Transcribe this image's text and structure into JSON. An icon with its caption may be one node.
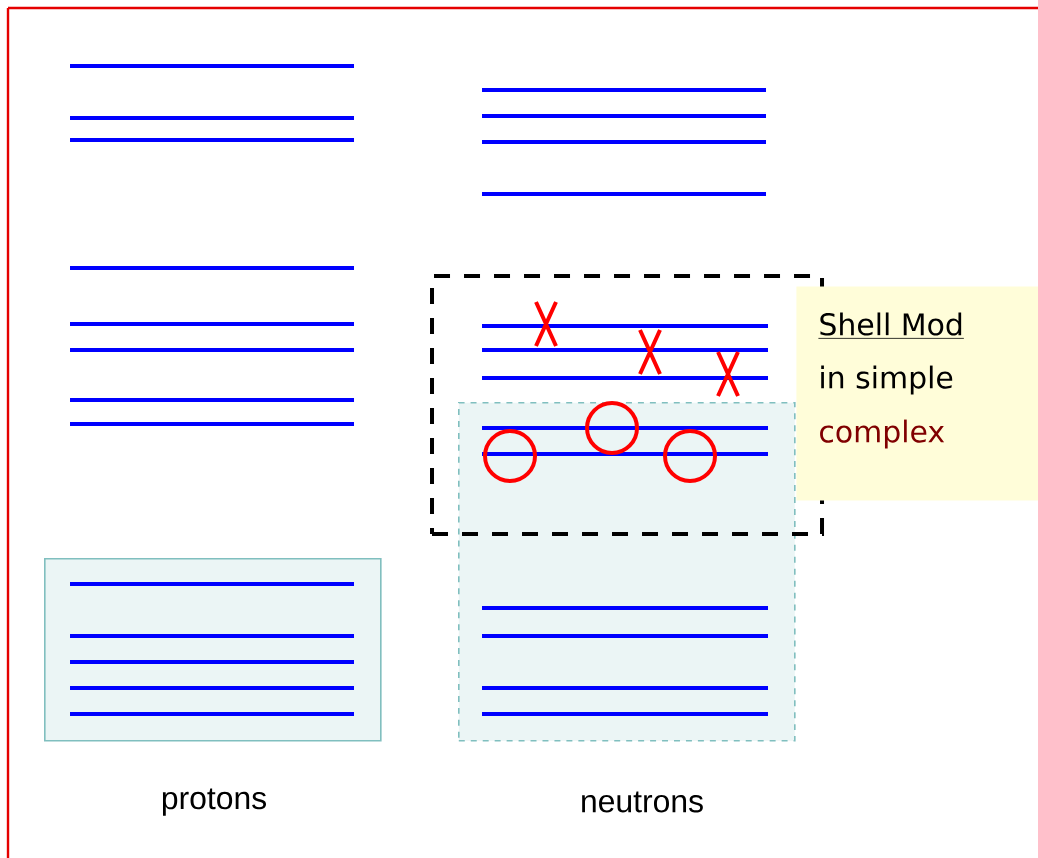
{
  "diagram": {
    "nodes": [
      {
        "text": [],
        "shape": "box"
      },
      {
        "text": [],
        "shape": "box"
      },
      {
        "text": [],
        "shape": "box"
      },
      {
        "text": [
          "Shell Mod",
          "in simple",
          "complex"
        ]
      }
    ],
    "labels": [
      "protons",
      "neutrons"
    ]
  }
}
